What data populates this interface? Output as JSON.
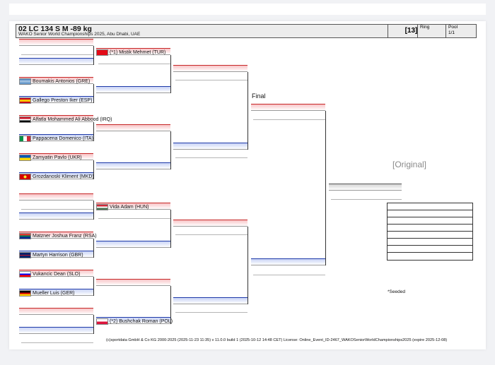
{
  "header": {
    "title": "02 LC 134 S M -89 kg",
    "subtitle": "WAKO Senior World Championships 2025, Abu Dhabi, UAE",
    "bracket_number": "[13]",
    "ring_label": "Ring",
    "pool_label": "Pool",
    "pool_value": "1/1"
  },
  "athletes": [
    {
      "id": "a1",
      "name": "(*1) Mistik Mehmet (TUR)",
      "country": "TUR",
      "flag": "tur-flag"
    },
    {
      "id": "a2",
      "name": "Boumakis Antonios (GRE)",
      "country": "GRE",
      "flag": "gre-flag"
    },
    {
      "id": "a3",
      "name": "Gallego Preston Iker (ESP)",
      "country": "ESP",
      "flag": "esp-flag"
    },
    {
      "id": "a4",
      "name": "Alfatla Mohammed Ali Abbood (IRQ)",
      "country": "IRQ",
      "flag": "irq-flag"
    },
    {
      "id": "a5",
      "name": "Pappacena Domenico (ITA)",
      "country": "ITA",
      "flag": "ita-flag"
    },
    {
      "id": "a6",
      "name": "Zamyatin Pavlo (UKR)",
      "country": "UKR",
      "flag": "ukr-flag"
    },
    {
      "id": "a7",
      "name": "Grozdanoski Kliment (MKD)",
      "country": "MKD",
      "flag": "mkd-flag"
    },
    {
      "id": "a8",
      "name": "Vida Adam (HUN)",
      "country": "HUN",
      "flag": "hun-flag"
    },
    {
      "id": "a9",
      "name": "Matzner Joshua Franz (RSA)",
      "country": "RSA",
      "flag": "rsa-flag"
    },
    {
      "id": "a10",
      "name": "Martyn Harrison (GBR)",
      "country": "GBR",
      "flag": "gbr-flag"
    },
    {
      "id": "a11",
      "name": "Vukancic Dean (SLO)",
      "country": "SLO",
      "flag": "slo-flag"
    },
    {
      "id": "a12",
      "name": "Mueller Luis (GER)",
      "country": "GER",
      "flag": "ger-flag"
    },
    {
      "id": "a13",
      "name": "(*2) Bushchak Roman (POL)",
      "country": "POL",
      "flag": "pol-flag"
    }
  ],
  "labels": {
    "final": "Final",
    "original": "[Original]",
    "seeded_note": "*Seeded"
  },
  "footer": "(c)sportdata GmbH & Co KG 2000-2025 (2025-11-23 11:35)  v 11.0.0 build 1 (2025-10-12 14:48 CET) License: Online_Event_ID-2467_WAKOSeniorWorldChampionships2025 (expire 2025-12-08)",
  "colors": {
    "red_corner": "#c62828",
    "blue_corner": "#1f3aa8",
    "header_bg": "#ececec"
  }
}
